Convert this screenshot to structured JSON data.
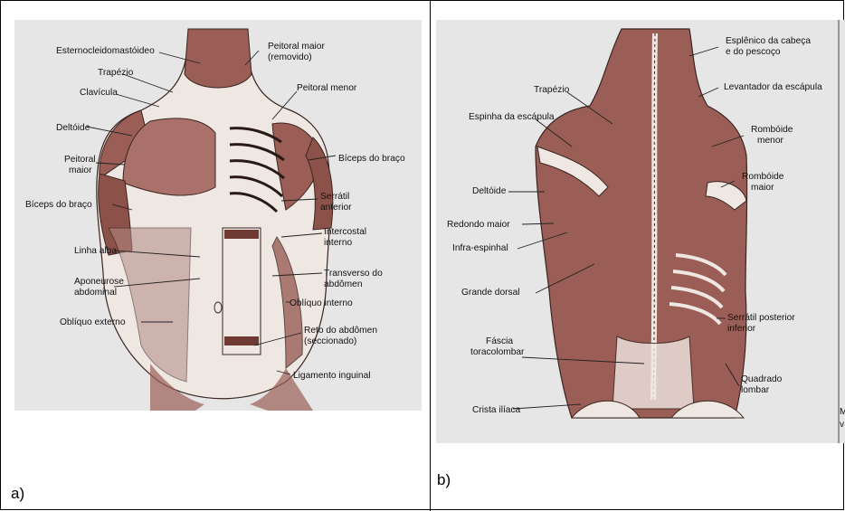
{
  "panel_a": {
    "letter": "a)",
    "labels": {
      "esternocleidomastoideo": "Esternocleidomastóideo",
      "trapezio": "Trapézio",
      "clavicula": "Clavícula",
      "deltoide": "Deltóide",
      "peitoral_maior_1": "Peitoral",
      "peitoral_maior_2": "maior",
      "biceps_esq": "Bíceps do braço",
      "linha_alba": "Linha alba",
      "aponeurose_1": "Aponeurose",
      "aponeurose_2": "abdominal",
      "obliquo_externo": "Oblíquo externo",
      "peitoral_removido_1": "Peitoral maior",
      "peitoral_removido_2": "(removido)",
      "peitoral_menor": "Peitoral menor",
      "biceps_dir": "Bíceps do braço",
      "serratil_1": "Serrátil",
      "serratil_2": "anterior",
      "intercostal_1": "Intercostal",
      "intercostal_2": "interno",
      "transverso_1": "Transverso do",
      "transverso_2": "abdômen",
      "obliquo_interno": "Oblíquo interno",
      "reto_1": "Reto do abdômen",
      "reto_2": "(seccionado)",
      "ligamento": "Ligamento inguinal"
    }
  },
  "panel_b": {
    "letter": "b)",
    "labels": {
      "esplenico_1": "Esplênico da cabeça",
      "esplenico_2": "e do pescoço",
      "trapezio": "Trapézio",
      "levantador": "Levantador da escápula",
      "espinha": "Espinha da escápula",
      "romboide_menor_1": "Rombóide",
      "romboide_menor_2": "menor",
      "romboide_maior_1": "Rombóide",
      "romboide_maior_2": "maior",
      "deltoide": "Deltóide",
      "redondo": "Redondo maior",
      "infra": "Infra-espinhal",
      "grande_dorsal": "Grande dorsal",
      "serratil_post_1": "Serrátil posterior",
      "serratil_post_2": "inferior",
      "fascia_1": "Fáscia",
      "fascia_2": "toracolombar",
      "quadrado_1": "Quadrado",
      "quadrado_2": "lombar",
      "crista": "Crista ilíaca",
      "edge_1": "M",
      "edge_2": "v"
    }
  },
  "colors": {
    "muscle": "#9a5e56",
    "muscle_dark": "#6e3a33",
    "panel_bg": "#e6e6e6",
    "line": "#222222"
  }
}
